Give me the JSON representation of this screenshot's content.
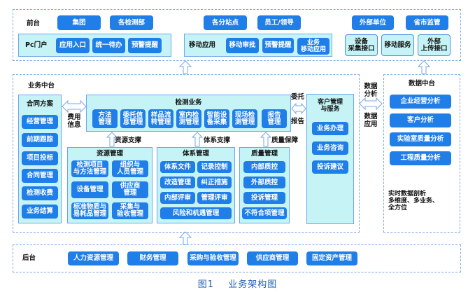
{
  "front": {
    "label": "前台",
    "top_buttons": [
      "集团",
      "各检测部",
      "各分站点",
      "员工/领导",
      "外部单位",
      "省市监管"
    ],
    "pc": {
      "label": "Pc门户",
      "items": [
        "应用入口",
        "统一待办",
        "预警提醒"
      ]
    },
    "mobile": {
      "label": "移动应用",
      "items": [
        "移动审批",
        "预警提醒",
        "业务\n移动应用"
      ]
    },
    "external": {
      "items": [
        "设备\n采集接口",
        "移动服务",
        "外部\n上传接口"
      ]
    }
  },
  "middle": {
    "label": "业务中台",
    "contract": {
      "title": "合同方案",
      "items": [
        "经营管理",
        "前期跟踪",
        "项目投标",
        "合同管理",
        "检测收费",
        "业务结算"
      ]
    },
    "fee_info_label": "费用\n信息",
    "testing": {
      "title": "检测业务",
      "items": [
        "方法\n管理",
        "委托信\n息管理",
        "样品流\n转管理",
        "室内检\n测管理",
        "智能设\n备采集",
        "现场检\n测管理",
        "报告\n管理"
      ]
    },
    "support_labels": [
      "资源支撑",
      "体系支撑",
      "质量保障"
    ],
    "resource": {
      "title": "资源管理",
      "items": [
        "检测项目\n与方法管理",
        "组织与\n人员管理",
        "设备管理",
        "供应商\n管理",
        "标准物质与\n易耗品管理",
        "采集与\n验收管理"
      ]
    },
    "system": {
      "title": "体系管理",
      "items": [
        "体系文件",
        "记录控制",
        "改造管理",
        "纠正措施",
        "内部评审",
        "管理评审",
        "风险和机遇管理"
      ]
    },
    "quality": {
      "title": "质量管理",
      "items": [
        "内部质控",
        "外部质控",
        "投诉管理",
        "不符合项管理"
      ]
    },
    "entrust_label": "委托",
    "report_label": "报告",
    "customer": {
      "title": "客户管理\n与服务",
      "items": [
        "业务办理",
        "业务咨询",
        "投诉建议"
      ]
    }
  },
  "data_link": {
    "top_label": "数据\n分析",
    "bottom_label": "数据\n应用"
  },
  "data_center": {
    "title": "数据中台",
    "items": [
      "企业经营分析",
      "客户分析",
      "实验室质量分析",
      "工程质量分析"
    ],
    "note": "实时数据剖析\n多维度、多业务、\n全方位"
  },
  "back": {
    "label": "后台",
    "items": [
      "人力资源管理",
      "财务管理",
      "采购与验收管理",
      "供应商管理",
      "固定资产管理"
    ]
  },
  "caption": {
    "fig": "图1",
    "title": "业务架构图"
  },
  "colors": {
    "button_blue": "#1f7ee8",
    "panel_cyan": "#c6f4f6",
    "dash_border": "#7aa7e8",
    "caption_blue": "#1f5fb0"
  }
}
